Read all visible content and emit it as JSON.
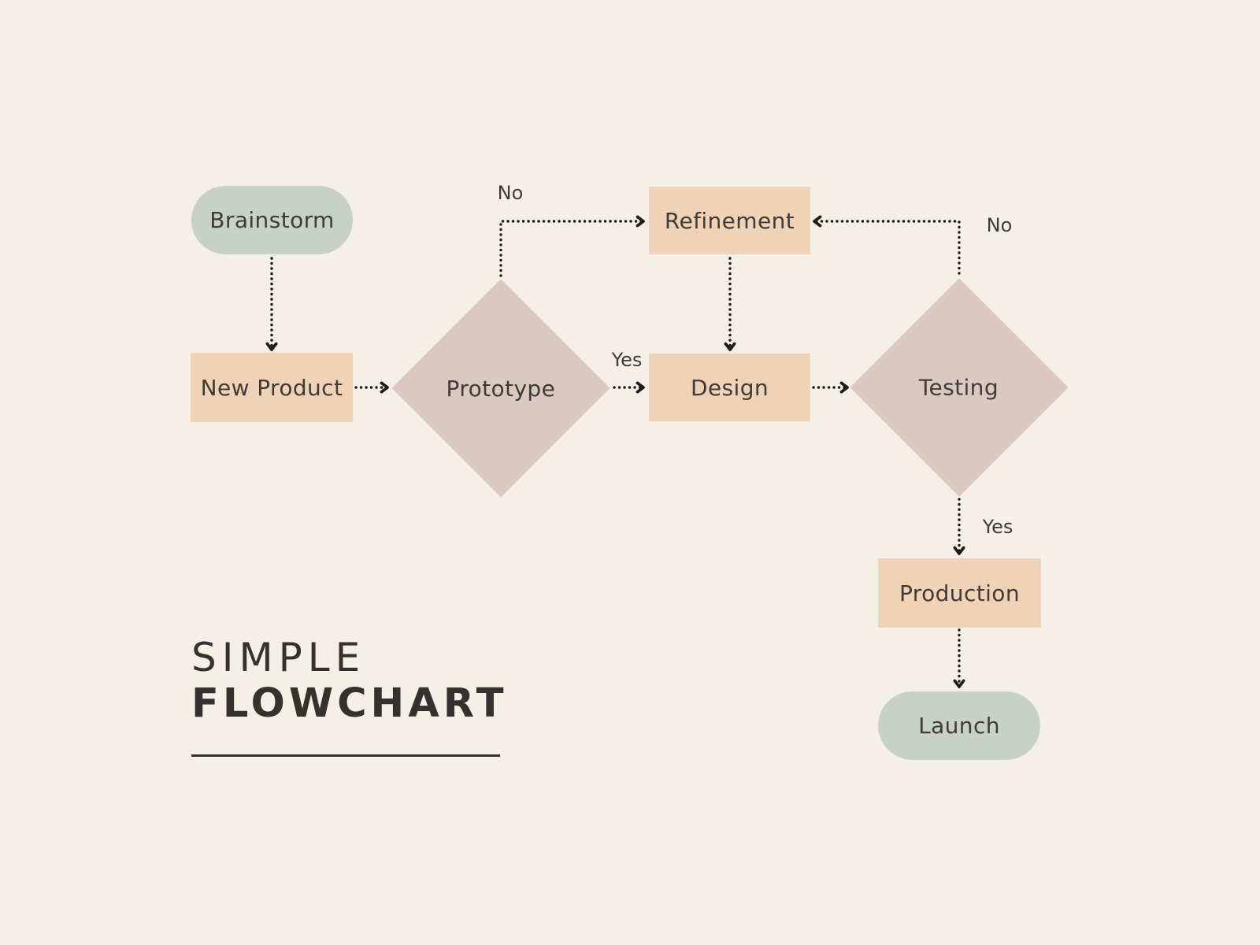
{
  "meta": {
    "title_line1": "SIMPLE",
    "title_line2": "FLOWCHART"
  },
  "colors": {
    "background": "#f4efe7",
    "node-sage": "#c7d1c6",
    "node-peach": "#f0d2b6",
    "node-mauve": "#dbc8c1",
    "ink": "#3f3b36",
    "title-ink": "#34322e",
    "arrow-ink": "#1e1d1b"
  },
  "nodes": [
    {
      "id": "brainstorm",
      "label": "Brainstorm",
      "shape": "pill"
    },
    {
      "id": "new-product",
      "label": "New Product",
      "shape": "rectangle"
    },
    {
      "id": "prototype",
      "label": "Prototype",
      "shape": "diamond"
    },
    {
      "id": "refinement",
      "label": "Refinement",
      "shape": "rectangle"
    },
    {
      "id": "design",
      "label": "Design",
      "shape": "rectangle"
    },
    {
      "id": "testing",
      "label": "Testing",
      "shape": "diamond"
    },
    {
      "id": "production",
      "label": "Production",
      "shape": "rectangle"
    },
    {
      "id": "launch",
      "label": "Launch",
      "shape": "pill"
    }
  ],
  "edges": [
    {
      "from": "Brainstorm",
      "to": "New Product",
      "label": ""
    },
    {
      "from": "New Product",
      "to": "Prototype",
      "label": ""
    },
    {
      "from": "Prototype",
      "to": "Refinement",
      "label": "No"
    },
    {
      "from": "Prototype",
      "to": "Design",
      "label": "Yes"
    },
    {
      "from": "Refinement",
      "to": "Design",
      "label": ""
    },
    {
      "from": "Design",
      "to": "Testing",
      "label": ""
    },
    {
      "from": "Testing",
      "to": "Refinement",
      "label": "No"
    },
    {
      "from": "Testing",
      "to": "Production",
      "label": "Yes"
    },
    {
      "from": "Production",
      "to": "Launch",
      "label": ""
    }
  ]
}
